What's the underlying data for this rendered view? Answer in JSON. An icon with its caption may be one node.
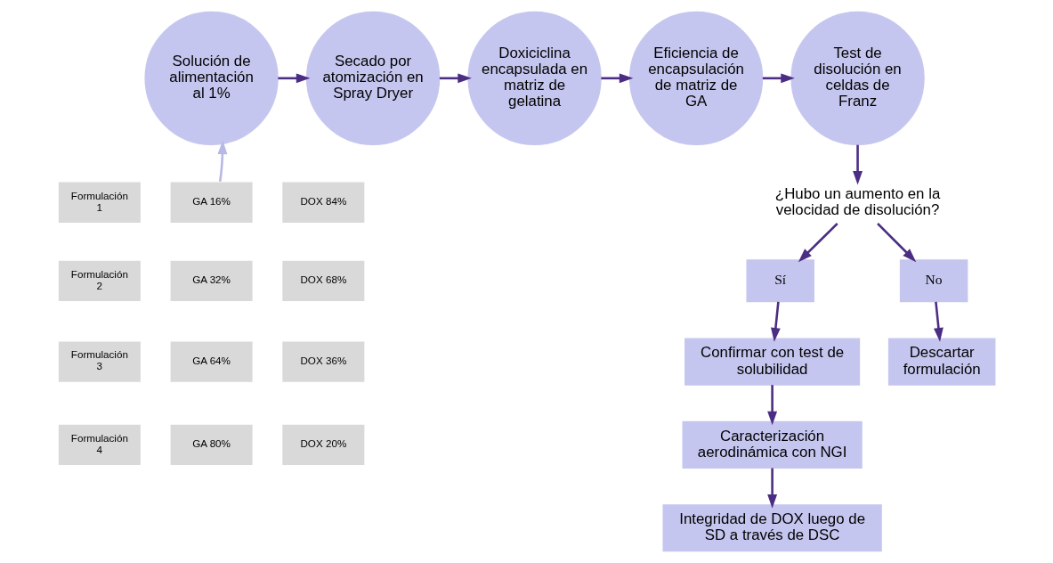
{
  "diagram": {
    "nodes": [
      {
        "text": [
          "Solución de alimentación al 1%"
        ]
      },
      {
        "text": [
          "Secado por atomización en Spray Dryer"
        ]
      },
      {
        "text": [
          "Doxiciclina encapsulada en matriz de gelatina"
        ]
      },
      {
        "text": [
          "Eficiencia de encapsulación de matriz de GA"
        ]
      },
      {
        "text": [
          "Test de disolución en celdas de Franz"
        ]
      },
      {
        "text": [
          "Formulación 1"
        ]
      },
      {
        "text": [
          "GA 16%"
        ]
      },
      {
        "text": [
          "DOX 84%"
        ]
      },
      {
        "text": [
          "Formulación 2"
        ]
      },
      {
        "text": [
          "GA 32%"
        ]
      },
      {
        "text": [
          "DOX 68%"
        ]
      },
      {
        "text": [
          "Formulación 3"
        ]
      },
      {
        "text": [
          "GA 64%"
        ]
      },
      {
        "text": [
          "DOX 36%"
        ]
      },
      {
        "text": [
          "Formulación 4"
        ]
      },
      {
        "text": [
          "GA 80%"
        ]
      },
      {
        "text": [
          "DOX 20%"
        ]
      },
      {
        "text": [
          "¿Hubo un aumento en la velocidad de disolución?"
        ]
      },
      {
        "text": [
          "Sí"
        ]
      },
      {
        "text": [
          "No"
        ]
      },
      {
        "text": [
          "Confirmar con test de solubilidad"
        ]
      },
      {
        "text": [
          "Caracterización aerodinámica con NGI"
        ]
      },
      {
        "text": [
          "Integridad de DOX luego de SD a través de DSC"
        ]
      },
      {
        "text": [
          "Descartar formulación"
        ]
      }
    ],
    "edges": [
      {
        "from": 0,
        "to": 1,
        "arrow": "to"
      },
      {
        "from": 1,
        "to": 2,
        "arrow": "to"
      },
      {
        "from": 2,
        "to": 3,
        "arrow": "to"
      },
      {
        "from": 3,
        "to": 4,
        "arrow": "to"
      },
      {
        "from": 6,
        "to": 0,
        "arrow": "to",
        "color": "#b8b8e6"
      },
      {
        "from": 4,
        "to": 17,
        "arrow": "to"
      },
      {
        "from": 17,
        "to": 18,
        "arrow": "to"
      },
      {
        "from": 17,
        "to": 19,
        "arrow": "to"
      },
      {
        "from": 18,
        "to": 20,
        "arrow": "to"
      },
      {
        "from": 20,
        "to": 21,
        "arrow": "to"
      },
      {
        "from": 21,
        "to": 22,
        "arrow": "to"
      },
      {
        "from": 19,
        "to": 23,
        "arrow": "to"
      }
    ]
  }
}
